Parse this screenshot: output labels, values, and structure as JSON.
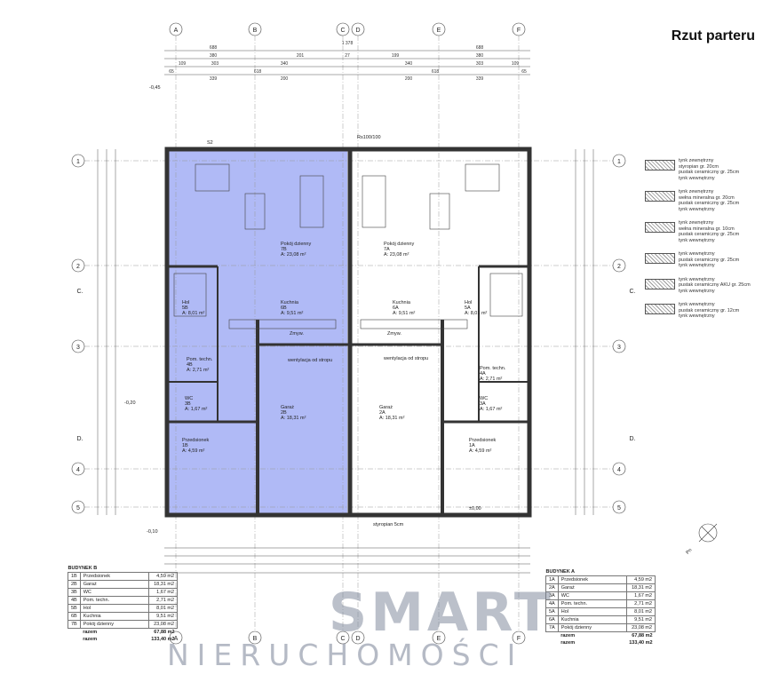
{
  "title": "Rzut parteru",
  "north_label": "Pn",
  "watermark": {
    "brand": "SMART",
    "subtitle": "NIERUCHOMOŚCI"
  },
  "grid_cols": [
    "A",
    "B",
    "C",
    "D",
    "E",
    "F"
  ],
  "grid_rows": [
    "1",
    "2",
    "3",
    "4",
    "5"
  ],
  "section_labels": [
    "C.",
    "D."
  ],
  "top_dims": [
    "688",
    "1 378",
    "688",
    "380",
    "201",
    "27",
    "199",
    "380",
    "109",
    "303",
    "340",
    "340",
    "303",
    "109",
    "65",
    "618",
    "618",
    "65",
    "339",
    "200",
    "200",
    "339"
  ],
  "rooms_left": [
    {
      "name": "Pokój dzienny",
      "code": "7B",
      "area": "A: 23,08 m²"
    },
    {
      "name": "Kuchnia",
      "code": "6B",
      "area": "A: 9,51 m²"
    },
    {
      "name": "Hol",
      "code": "5B",
      "area": "A: 8,01 m²"
    },
    {
      "name": "Pom. techn.",
      "code": "4B",
      "area": "A: 2,71 m²"
    },
    {
      "name": "WC",
      "code": "3B",
      "area": "A: 1,67 m²"
    },
    {
      "name": "Garaż",
      "code": "2B",
      "area": "A: 18,31 m²"
    },
    {
      "name": "Przedsionek",
      "code": "1B",
      "area": "A: 4,59 m²"
    }
  ],
  "rooms_right": [
    {
      "name": "Pokój dzienny",
      "code": "7A",
      "area": "A: 23,08 m²"
    },
    {
      "name": "Kuchnia",
      "code": "6A",
      "area": "A: 9,51 m²"
    },
    {
      "name": "Hol",
      "code": "5A",
      "area": "A: 8,01 m²"
    },
    {
      "name": "Pom. techn.",
      "code": "4A",
      "area": "A: 2,71 m²"
    },
    {
      "name": "WC",
      "code": "3A",
      "area": "A: 1,67 m²"
    },
    {
      "name": "Garaż",
      "code": "2A",
      "area": "A: 18,31 m²"
    },
    {
      "name": "Przedsionek",
      "code": "1A",
      "area": "A: 4,59 m²"
    }
  ],
  "plan_notes": [
    "wentylacja od stropu",
    "Zmyw.",
    "styropian 5cm",
    "Rs100/100",
    "±0,00",
    "-0,45",
    "-0,20",
    "-0,10",
    "S2"
  ],
  "legend": [
    "tynk zewnętrzny\nstyropian gr. 20cm\npustak ceramiczny gr. 25cm\ntynk wewnętrzny",
    "tynk zewnętrzny\nwełna mineralna gr. 20cm\npustak ceramiczny gr. 25cm\ntynk wewnętrzny",
    "tynk zewnętrzny\nwełna mineralna gr. 10cm\npustak ceramiczny gr. 25cm\ntynk wewnętrzny",
    "tynk wewnętrzny\npustak ceramiczny gr. 25cm\ntynk wewnętrzny",
    "tynk wewnętrzny\npustak ceramiczny AKU gr. 25cm\ntynk wewnętrzny",
    "tynk wewnętrzny\npustak ceramiczny gr. 12cm\ntynk wewnętrzny"
  ],
  "schedule_b": {
    "title": "BUDYNEK B",
    "rows": [
      [
        "1B",
        "Przedsionek",
        "4,59 m2"
      ],
      [
        "2B",
        "Garaż",
        "18,31 m2"
      ],
      [
        "3B",
        "WC",
        "1,67 m2"
      ],
      [
        "4B",
        "Pom. techn.",
        "2,71 m2"
      ],
      [
        "5B",
        "Hol",
        "8,01 m2"
      ],
      [
        "6B",
        "Kuchnia",
        "9,51 m2"
      ],
      [
        "7B",
        "Pokój dzienny",
        "23,08 m2"
      ]
    ],
    "total1_label": "razem",
    "total1": "67,88 m2",
    "total2_label": "razem",
    "total2": "133,40 m2"
  },
  "schedule_a": {
    "title": "BUDYNEK A",
    "rows": [
      [
        "1A",
        "Przedsionek",
        "4,59 m2"
      ],
      [
        "2A",
        "Garaż",
        "18,31 m2"
      ],
      [
        "3A",
        "WC",
        "1,67 m2"
      ],
      [
        "4A",
        "Pom. techn.",
        "2,71 m2"
      ],
      [
        "5A",
        "Hol",
        "8,01 m2"
      ],
      [
        "6A",
        "Kuchnia",
        "9,51 m2"
      ],
      [
        "7A",
        "Pokój dzienny",
        "23,08 m2"
      ]
    ],
    "total1_label": "razem",
    "total1": "67,88 m2",
    "total2_label": "razem",
    "total2": "133,40 m2"
  },
  "colors": {
    "highlight": "#7f8ff0",
    "wall": "#333333",
    "grid": "#888888"
  }
}
